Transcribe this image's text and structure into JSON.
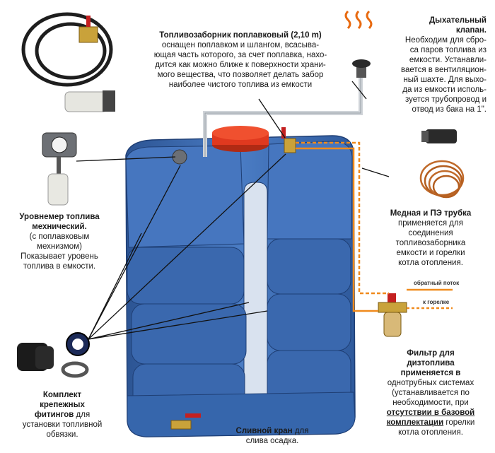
{
  "labels": {
    "float_intake": {
      "title": "Топливозаборник поплавковый (2,10 m)",
      "lines": [
        "оснащен поплавком и шлангом, всасыва-",
        "ющая часть которого, за счет поплавка, нахо-",
        "дится как можно ближе к поверхности храни-",
        "мого вещества, что позволяет делать забор",
        "наиболее чистого топлива из емкости"
      ]
    },
    "breather": {
      "title_lines": [
        "Дыхательный",
        "клапан."
      ],
      "lines": [
        "Необходим для сбро-",
        "са паров топлива из",
        "емкости. Устанавли-",
        "вается в вентиляцион-",
        "ный шахте. Для выхо-",
        "да из емкости исполь-",
        "зуется трубопровод и",
        "отвод из бака на 1\"."
      ]
    },
    "level_gauge": {
      "title_lines": [
        "Уровнемер топлива",
        "мехнический."
      ],
      "lines": [
        "(с поплавковым",
        "мехнизмом)",
        "Показывает уровень",
        "топлива в емкости."
      ]
    },
    "copper_pipe": {
      "title": "Медная и ПЭ трубка",
      "lines": [
        "применяется для",
        "соединения",
        "топливозаборника",
        "емкости и горелки",
        "котла отопления."
      ]
    },
    "return_flow": "обратный поток",
    "to_burner": "к горелке",
    "filter": {
      "title_lines": [
        "Фильтр для",
        "дизтоплива",
        "применяется в"
      ],
      "lines": [
        "однотрубных системах",
        "(устанавливается по",
        "необходимости, при"
      ],
      "underline_lines": [
        "отсутствии в базовой",
        "комплектации"
      ],
      "tail": "горелки",
      "last": "котла отопления."
    },
    "fittings": {
      "title_lines": [
        "Комплект",
        "крепежных",
        "фитингов"
      ],
      "tail": "для",
      "lines": [
        "установки топливной",
        "обвязки."
      ]
    },
    "drain": {
      "title": "Сливной кран",
      "tail": "для",
      "line": "слива осадка."
    }
  },
  "colors": {
    "tank": "#3f6fb8",
    "tank_dark": "#2c5493",
    "lid": "#e0391f",
    "flow": "#f08a1c"
  }
}
